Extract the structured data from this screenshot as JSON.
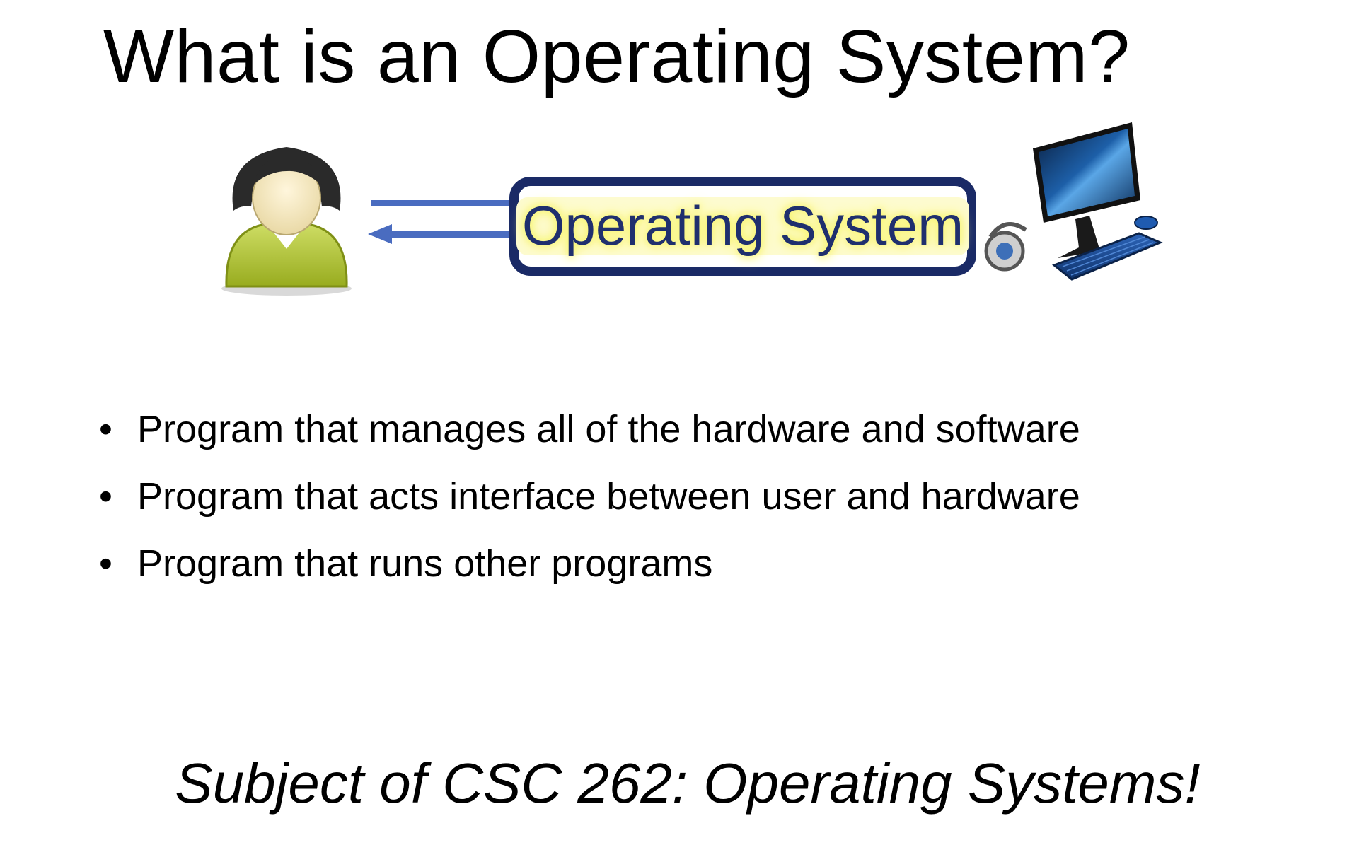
{
  "slide": {
    "title": "What is an Operating System?",
    "diagram": {
      "os_label": "Operating System",
      "user_icon": "user-icon",
      "computer_icon": "computer-icon",
      "arrow_color": "#4a6cc0",
      "box_border_color": "#1a2a66",
      "label_color": "#1f2f6e",
      "highlight_color": "#f8f56a"
    },
    "bullets": [
      {
        "marker": "•",
        "text": "Program that manages all of the hardware and software"
      },
      {
        "marker": "•",
        "text": "Program that acts interface between user and hardware"
      },
      {
        "marker": "•",
        "text": "Program that runs other programs"
      }
    ],
    "footer": "Subject of CSC 262: Operating Systems!"
  }
}
